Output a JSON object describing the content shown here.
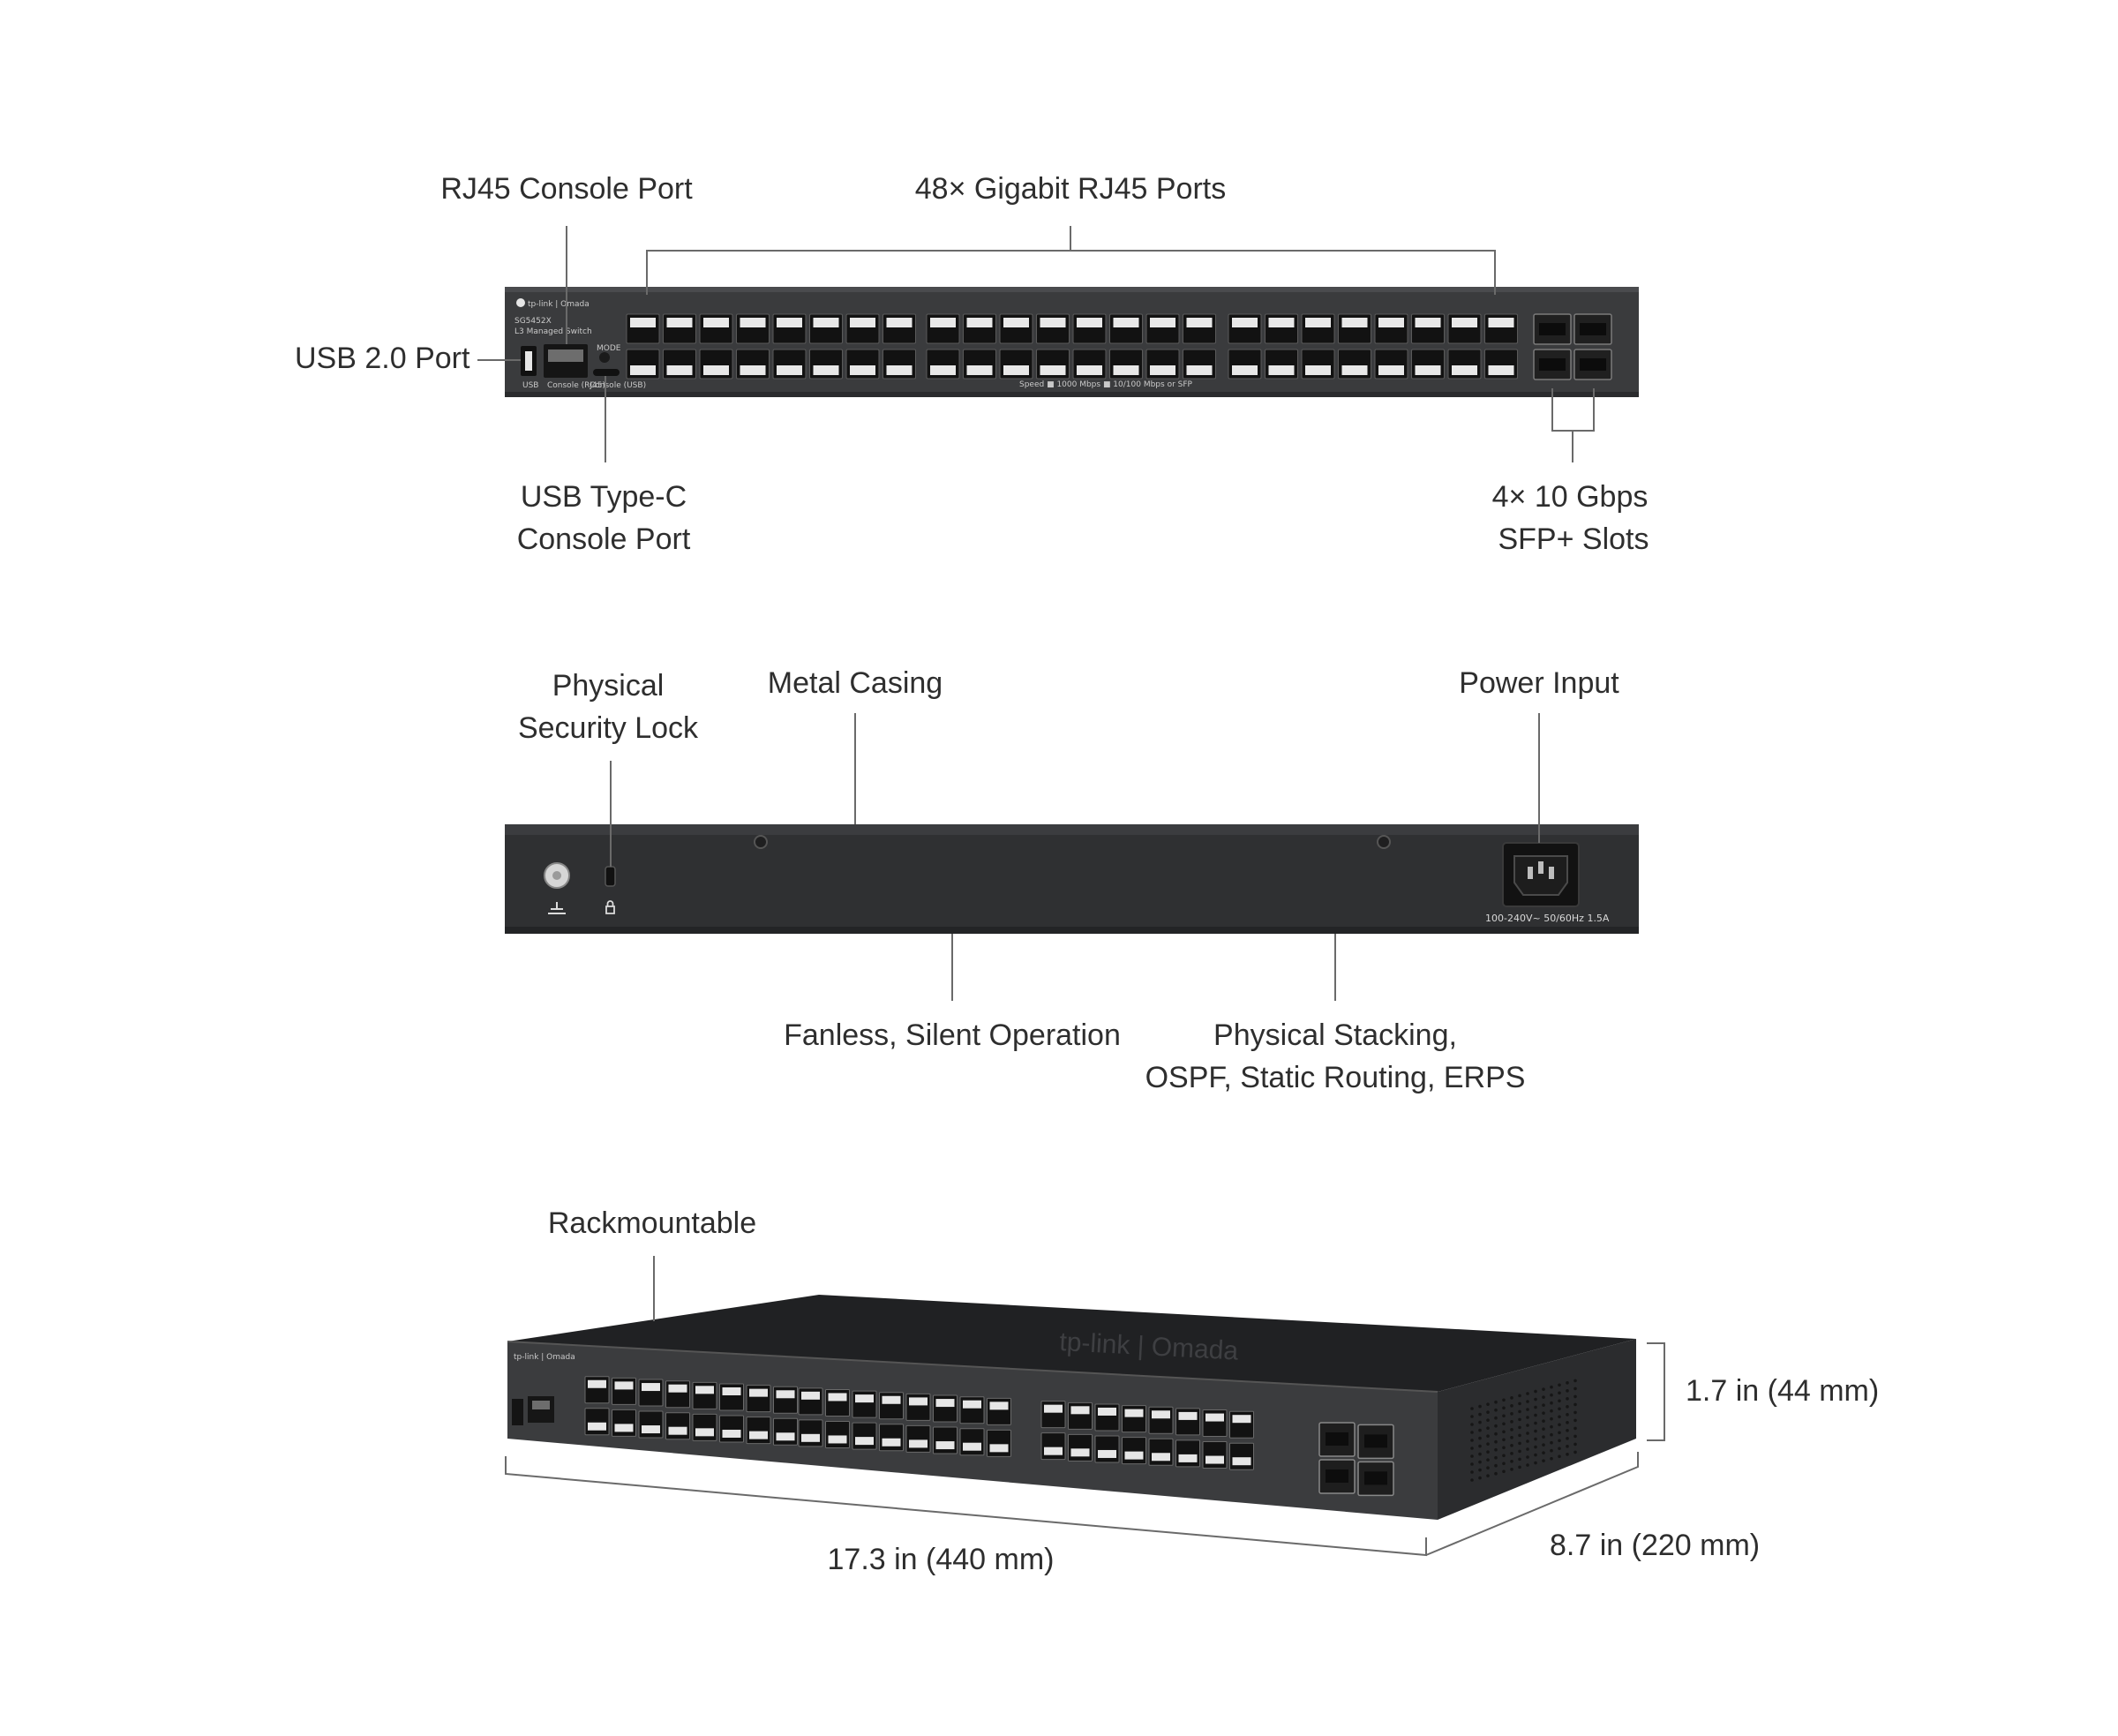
{
  "labels": {
    "rj45_console": "RJ45 Console Port",
    "gigabit_ports": "48× Gigabit RJ45 Ports",
    "usb20": "USB 2.0 Port",
    "usbc_line1": "USB Type-C",
    "usbc_line2": "Console Port",
    "sfp_line1": "4× 10 Gbps",
    "sfp_line2": "SFP+ Slots",
    "lock_line1": "Physical",
    "lock_line2": "Security Lock",
    "metal_casing": "Metal Casing",
    "power_input": "Power Input",
    "fanless": "Fanless, Silent Operation",
    "stacking_line1": "Physical Stacking,",
    "stacking_line2": "OSPF, Static Routing, ERPS",
    "rackmountable": "Rackmountable",
    "height": "1.7 in (44 mm)",
    "width": "17.3 in (440 mm)",
    "depth": "8.7  in (220 mm)"
  },
  "device": {
    "brand": "tp-link | Omada",
    "model": "SG5452X",
    "subtitle": "L3 Managed Switch",
    "power_rating": "100-240V~ 50/60Hz 1.5A",
    "usb_label": "USB",
    "console_label": "Console (RJ45)",
    "console_usbc_label": "Console (USB)",
    "mode_label": "MODE",
    "sfp_legend": "Speed ■ 1000 Mbps ■ 10/100 Mbps or SFP"
  },
  "colors": {
    "chassis": "#3a3b3d",
    "chassis_dark": "#242527",
    "port": "#141414",
    "leader": "#6a6a6a",
    "text": "#2e2e2e"
  }
}
